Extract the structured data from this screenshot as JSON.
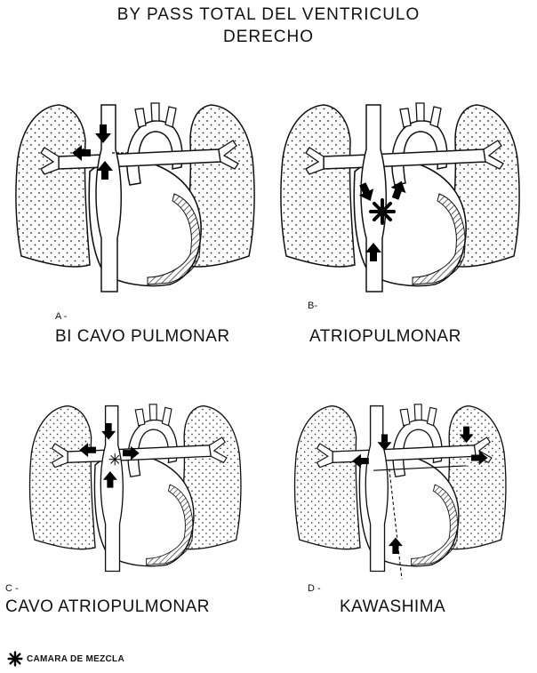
{
  "title": {
    "line1": "BY PASS TOTAL DEL VENTRICULO",
    "line2": "DERECHO"
  },
  "panels": [
    {
      "letter": "A -",
      "caption": "BI CAVO PULMONAR"
    },
    {
      "letter": "B-",
      "caption": "ATRIOPULMONAR"
    },
    {
      "letter": "C -",
      "caption": "CAVO ATRIOPULMONAR"
    },
    {
      "letter": "D -",
      "caption": "KAWASHIMA"
    }
  ],
  "legend": {
    "label": "CAMARA DE MEZCLA",
    "icon": "asterisk-icon"
  }
}
